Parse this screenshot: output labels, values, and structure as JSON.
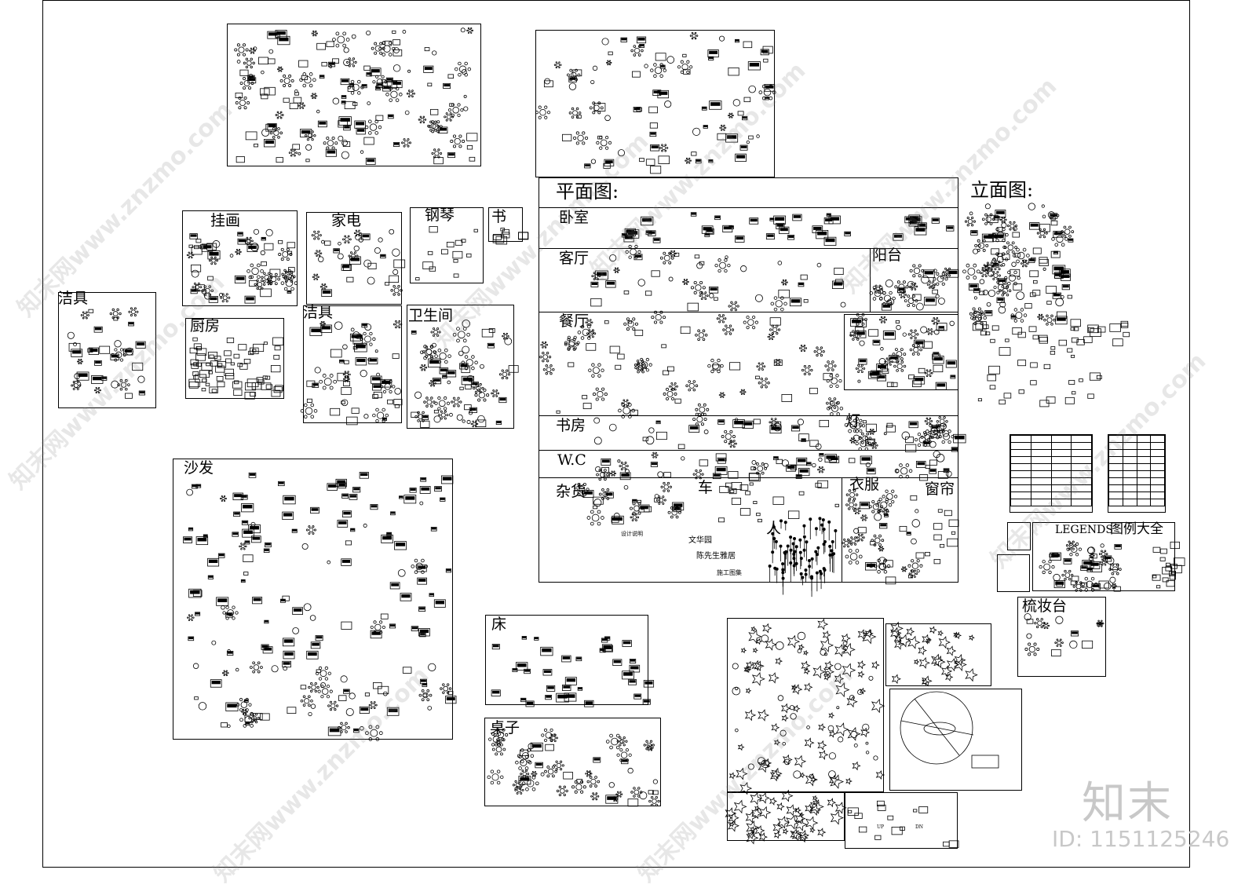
{
  "sections": {
    "plan_title": "平面图:",
    "elevation_title": "立面图:",
    "bedroom": "卧室",
    "living_room": "客厅",
    "balcony": "阳台",
    "dining_room": "餐厅",
    "study": "书房",
    "lamp": "灯",
    "wc": "W.C",
    "sundries": "杂货",
    "car": "车",
    "clothing": "衣服",
    "curtain": "窗帘",
    "person": "人",
    "hanging_paintings": "挂画",
    "appliances": "家电",
    "piano": "钢琴",
    "books": "书",
    "sanitary_left": "洁具",
    "kitchen": "厨房",
    "sanitary_mid": "洁具",
    "bathroom": "卫生间",
    "sofa": "沙发",
    "bed": "床",
    "table": "桌子",
    "dresser": "梳妆台",
    "legends": "LEGENDS",
    "legends_cn": "图例大全"
  },
  "title_block": {
    "design_note": "设计说明",
    "project": "文华园",
    "owner": "陈先生雅居",
    "drawing_set": "施工图集"
  },
  "stairs": {
    "up": "UP",
    "dn": "DN"
  },
  "watermark": {
    "text": "知末网www.znzmo.com",
    "brand": "知末",
    "id": "ID: 1151125246"
  },
  "colors": {
    "line": "#000000",
    "background": "#ffffff",
    "watermark": "#c8c8c8"
  }
}
